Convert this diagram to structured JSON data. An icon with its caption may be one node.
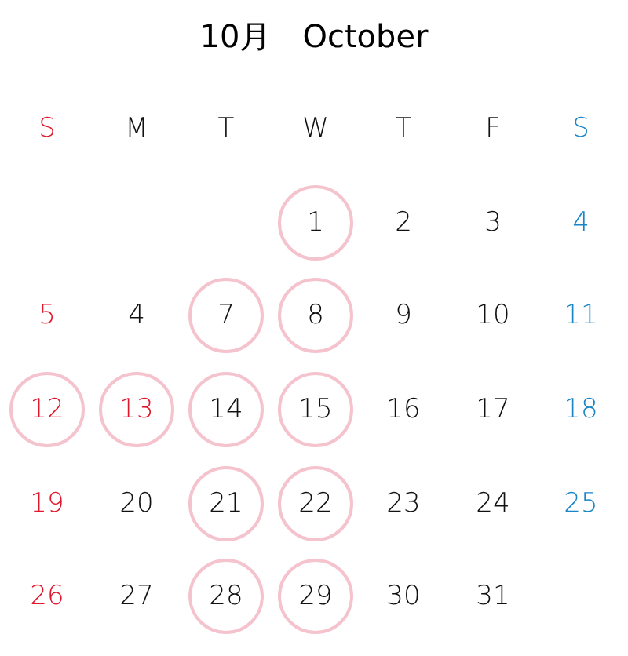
{
  "diagram": {
    "title": "10月　October",
    "nodes": [
      {
        "text": [
          "1"
        ]
      },
      {
        "text": [
          "7"
        ]
      },
      {
        "text": [
          "8"
        ]
      },
      {
        "text": [
          "12"
        ]
      },
      {
        "text": [
          "13"
        ]
      },
      {
        "text": [
          "14"
        ]
      },
      {
        "text": [
          "15"
        ]
      },
      {
        "text": [
          "21"
        ]
      },
      {
        "text": [
          "22"
        ]
      },
      {
        "text": [
          "28"
        ]
      },
      {
        "text": [
          "29"
        ]
      }
    ],
    "labels": [
      "S",
      "M",
      "T",
      "W",
      "T",
      "F",
      "S",
      "2",
      "3",
      "4",
      "5",
      "4",
      "9",
      "10",
      "11",
      "16",
      "17",
      "18",
      "19",
      "20",
      "23",
      "24",
      "25",
      "26",
      "27",
      "30",
      "31"
    ]
  }
}
